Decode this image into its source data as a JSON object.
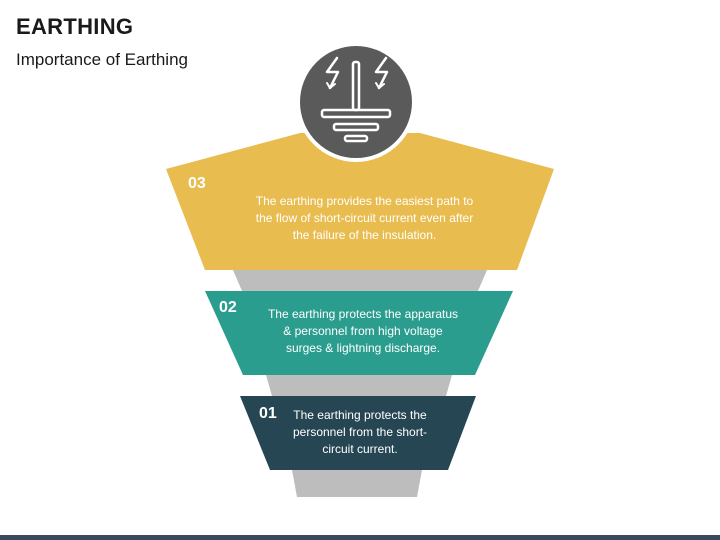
{
  "header": {
    "title": "EARTHING",
    "subtitle": "Importance of Earthing"
  },
  "icon": {
    "name": "earthing-lightning-icon"
  },
  "colors": {
    "level3": "#E9BC4F",
    "level2": "#2A9D8F",
    "level1": "#264653",
    "connector": "#BDBDBD",
    "icon_circle": "#5A5A5A"
  },
  "levels": [
    {
      "number": "03",
      "lines": [
        "The earthing provides the easiest path to",
        "the flow of short-circuit current even after",
        "the failure of the insulation."
      ]
    },
    {
      "number": "02",
      "lines": [
        "The earthing protects the apparatus",
        "& personnel from high voltage",
        "surges & lightning discharge."
      ]
    },
    {
      "number": "01",
      "lines": [
        "The earthing protects the",
        "personnel from the short-",
        "circuit current."
      ]
    }
  ]
}
